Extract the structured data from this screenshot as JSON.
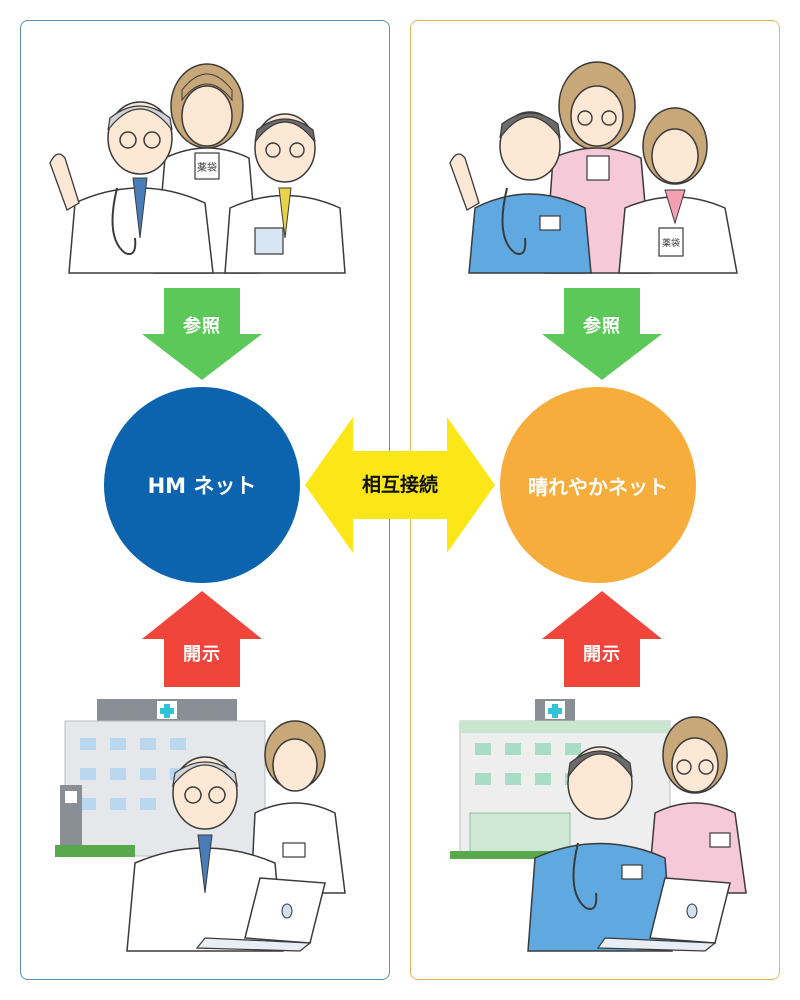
{
  "left": {
    "reference_label": "参照",
    "disclose_label": "開示",
    "network_name": "HM ネット"
  },
  "right": {
    "reference_label": "参照",
    "disclose_label": "開示",
    "network_name": "晴れやかネット"
  },
  "connection_label": "相互接続",
  "colors": {
    "left_border": "#5a8fb3",
    "right_border": "#e8b65c",
    "reference_arrow": "#5cc85a",
    "disclose_arrow": "#f0453a",
    "hm_circle": "#0d64ae",
    "hare_circle": "#f6ad3c",
    "mutual_arrow": "#fbe617"
  },
  "icons": [
    "doctors-group-icon",
    "medical-staff-group-icon",
    "hospital-doctor-nurse-icon",
    "clinic-doctor-nurse-icon",
    "cross-icon"
  ]
}
